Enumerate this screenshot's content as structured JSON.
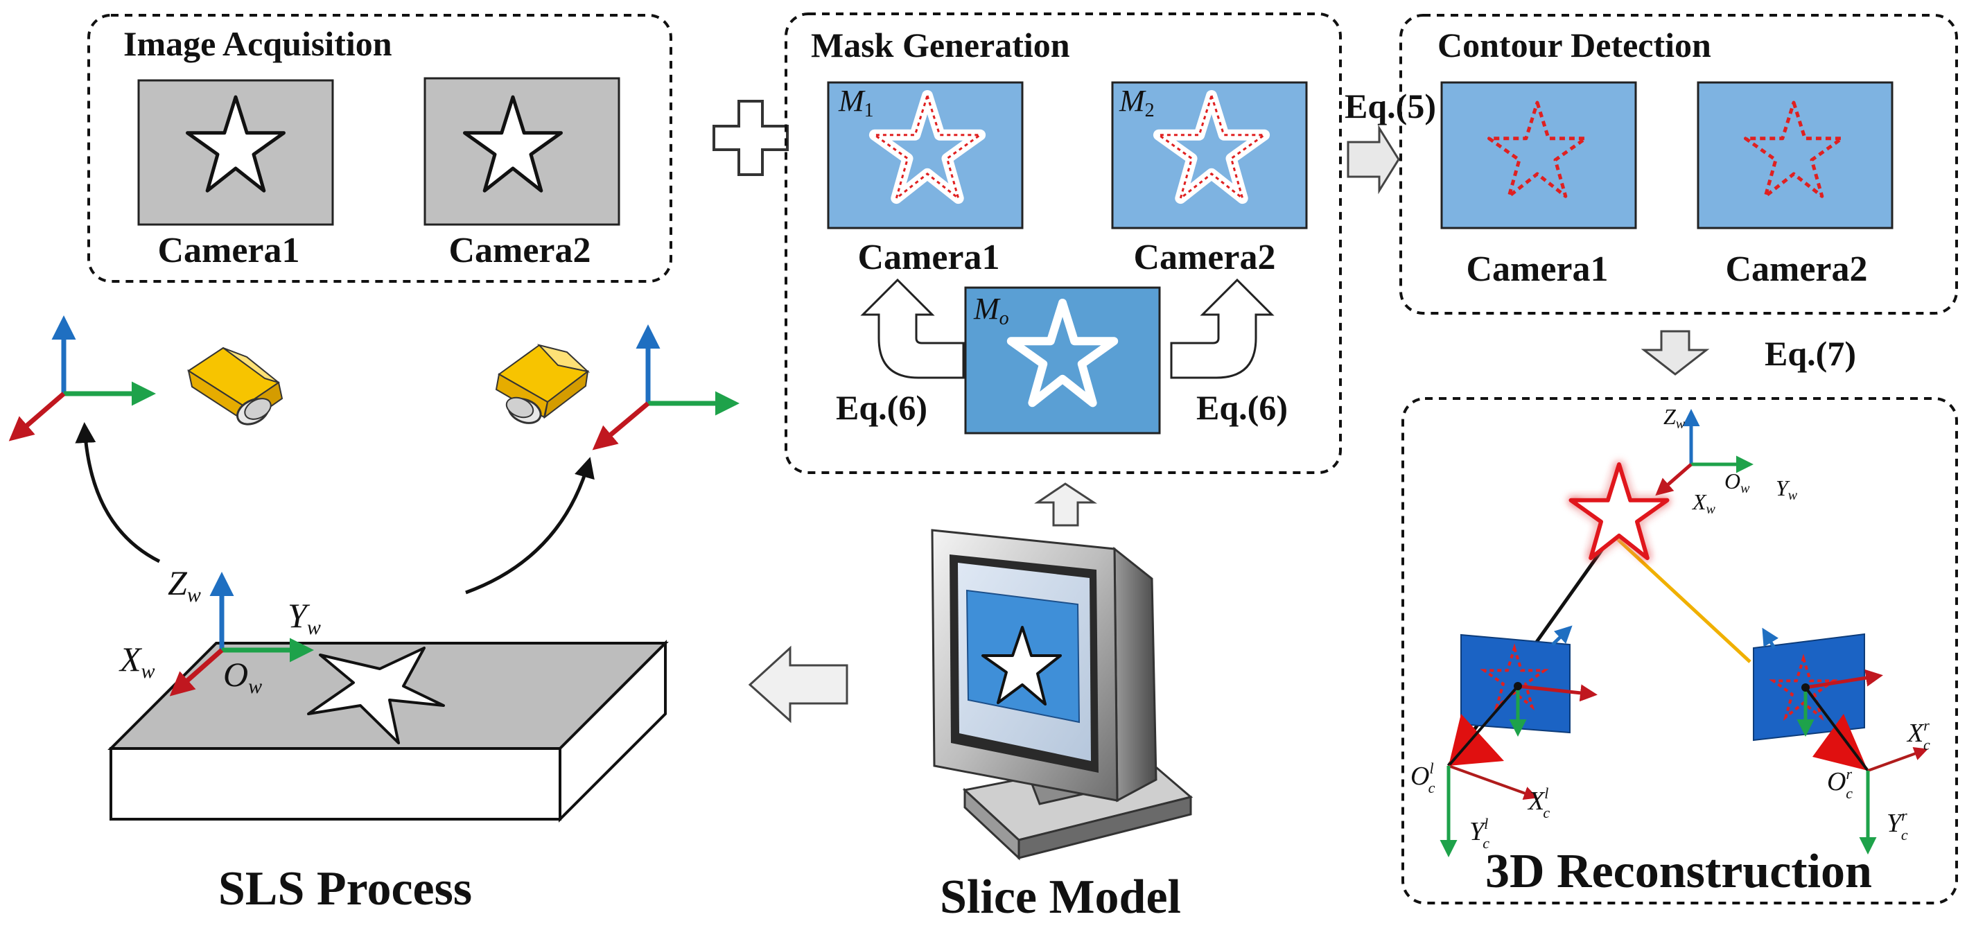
{
  "sections": {
    "acquisition": {
      "title": "Image Acquisition",
      "cam1": "Camera1",
      "cam2": "Camera2"
    },
    "mask": {
      "title": "Mask Generation",
      "cam1": "Camera1",
      "cam2": "Camera2",
      "m1": "M",
      "m1_sub": "1",
      "m2": "M",
      "m2_sub": "2",
      "mo": "M",
      "mo_sub": "o",
      "eq_left": "Eq.(6)",
      "eq_right": "Eq.(6)"
    },
    "contour": {
      "title": "Contour Detection",
      "cam1": "Camera1",
      "cam2": "Camera2"
    },
    "recon": {
      "title": "3D Reconstruction"
    }
  },
  "equations": {
    "eq5": "Eq.(5)",
    "eq7": "Eq.(7)"
  },
  "captions": {
    "sls": "SLS Process",
    "slice": "Slice Model"
  },
  "axes": {
    "zw": "Z",
    "zw_sub": "w",
    "yw": "Y",
    "yw_sub": "w",
    "xw": "X",
    "xw_sub": "w",
    "ow": "O",
    "ow_sub": "w",
    "r_z": "Z",
    "r_z_sub": "w",
    "r_o": "O",
    "r_o_sub": "w",
    "r_y": "Y",
    "r_y_sub": "w",
    "r_x": "X",
    "r_x_sub": "w",
    "ocl": "O",
    "ocl_sub": "c",
    "ocl_sup": "l",
    "xcl": "X",
    "xcl_sub": "c",
    "xcl_sup": "l",
    "ycl": "Y",
    "ycl_sub": "c",
    "ycl_sup": "l",
    "ocr": "O",
    "ocr_sub": "c",
    "ocr_sup": "r",
    "xcr": "X",
    "xcr_sub": "c",
    "xcr_sup": "r",
    "ycr": "Y",
    "ycr_sub": "c",
    "ycr_sup": "r"
  },
  "colors": {
    "mask_blue": "#7eb3e1",
    "mask_dark": "#5a9fd4",
    "gray_image": "#c0c0c0",
    "axis_blue": "#1f6fc1",
    "axis_green": "#1ea24a",
    "axis_red": "#c0171f",
    "camera_yellow": "#f5c000",
    "plane_blue": "#1b63c4",
    "ray_orange": "#f0b000"
  },
  "icons": [
    "plus-icon",
    "arrow-right-icon",
    "arrow-down-icon",
    "arrow-up-icon",
    "arrow-left-icon",
    "u-turn-arrow-icon",
    "camera-icon",
    "monitor-icon",
    "star-icon"
  ]
}
